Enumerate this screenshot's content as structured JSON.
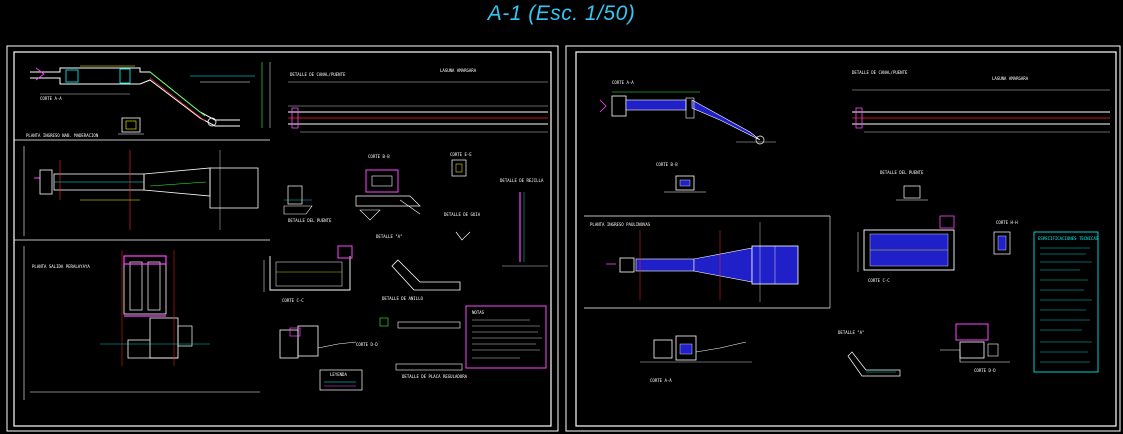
{
  "title": "A-1  (Esc. 1/50)",
  "colors": {
    "title": "#36c6f4",
    "frame": "#ffffff",
    "accent_cyan": "#00ffff",
    "accent_magenta": "#ff44ff",
    "accent_yellow": "#ffff00",
    "accent_green": "#33ff33",
    "accent_red": "#ff2222",
    "fill_blue": "#2020c8"
  },
  "left_sheet": {
    "labels": {
      "corte_aa": "CORTE A-A",
      "planta_inicio": "PLANTA INGRESO NAB. MADERACION",
      "planta_salida": "PLANTA SALIDA PERALAYAYA",
      "detalle_canal": "DETALLE DE CANAL/PUENTE",
      "laguna": "LAGUNA AMARGARA",
      "corte_bb": "CORTE B-B",
      "corte_cc": "CORTE C-C",
      "corte_dd": "CORTE D-D",
      "corte_ee": "CORTE E-E",
      "detalle_a": "DETALLE \"A\"",
      "detalle_anillo": "DETALLE DE ANILLO",
      "detalle_puente": "DETALLE DEL PUENTE",
      "detalle_guia": "DETALLE DE GUIA",
      "detalle_rejilla": "DETALLE DE REJILLA",
      "detalle_placa": "DETALLE DE PLACA REGULADORA",
      "notas": "NOTAS",
      "leyenda": "LEYENDA"
    }
  },
  "right_sheet": {
    "labels": {
      "corte_aa": "CORTE A-A",
      "corte_bb": "CORTE B-B",
      "corte_cc": "CORTE C-C",
      "corte_dd": "CORTE D-D",
      "corte_hh": "CORTE H-H",
      "detalle_canal": "DETALLE DE CANAL/PUENTE",
      "laguna": "LAGUNA AMARGARA",
      "detalle_puente": "DETALLE DEL PUENTE",
      "planta": "PLANTA INGRESO PAULINOVAS",
      "detalle_a": "DETALLE \"A\"",
      "especificaciones": "ESPECIFICACIONES TECNICAS"
    }
  }
}
